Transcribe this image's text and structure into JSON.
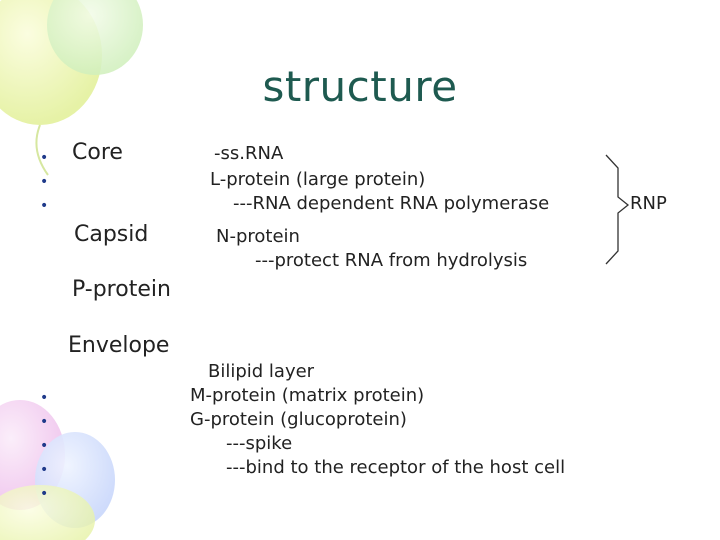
{
  "slide": {
    "title": "structure",
    "left": {
      "core": "Core",
      "capsid": "Capsid",
      "p_protein": "P-protein",
      "envelope": "Envelope"
    },
    "right": {
      "ssrna": "-ss.RNA",
      "l_protein": "L-protein (large protein)",
      "l_sub": "---RNA dependent RNA polymerase",
      "n_protein": "N-protein",
      "n_sub": "---protect RNA from hydrolysis",
      "rnp": "RNP",
      "bilipid": "Bilipid layer",
      "m_protein": "M-protein (matrix protein)",
      "g_protein": "G-protein (glucoprotein)",
      "spike": "---spike",
      "bind": "---bind to the receptor of the host cell"
    },
    "bullet_glyph": "•"
  },
  "colors": {
    "title": "#1e5a50",
    "bullet": "#1f3a8a",
    "text": "#222222"
  }
}
